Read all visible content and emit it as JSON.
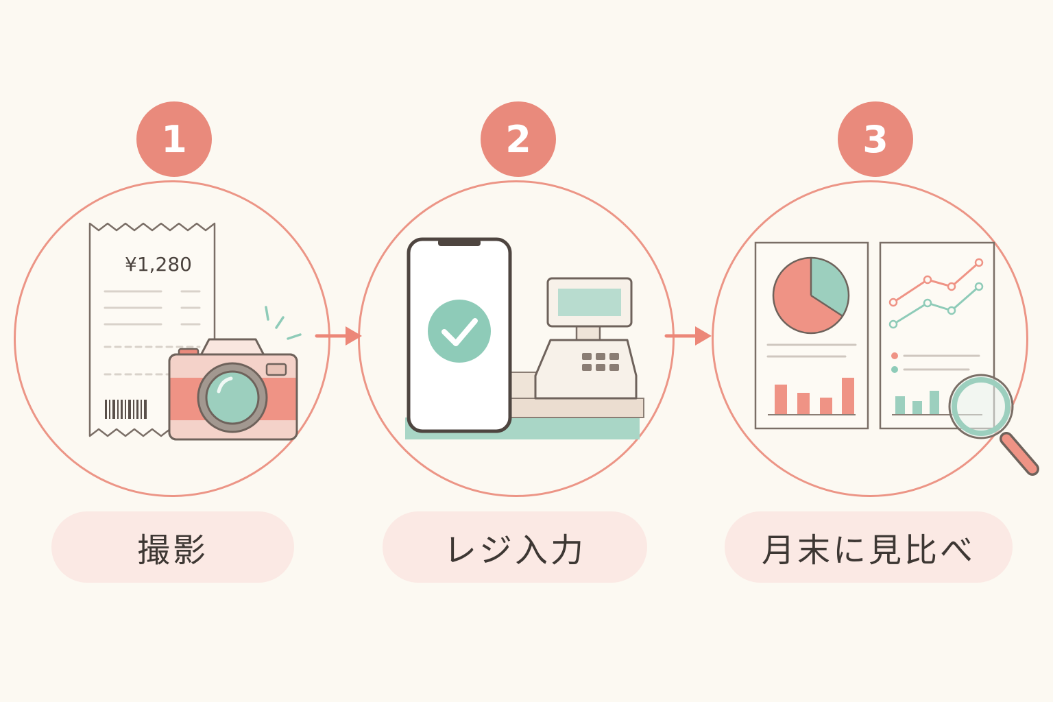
{
  "colors": {
    "background": "#fcf9f2",
    "coral": "#e98a7c",
    "mint": "#9ccfbe",
    "outline": "#6e625b",
    "pill": "#fbe9e4"
  },
  "steps": [
    {
      "number": "1",
      "label": "撮影",
      "receipt_amount": "¥1,280",
      "icons": [
        "receipt-icon",
        "camera-icon"
      ]
    },
    {
      "number": "2",
      "label": "レジ入力",
      "icons": [
        "smartphone-check-icon",
        "cash-register-icon"
      ]
    },
    {
      "number": "3",
      "label": "月末に見比べ",
      "icons": [
        "pie-chart-report-icon",
        "line-chart-report-icon",
        "magnifier-icon"
      ]
    }
  ]
}
